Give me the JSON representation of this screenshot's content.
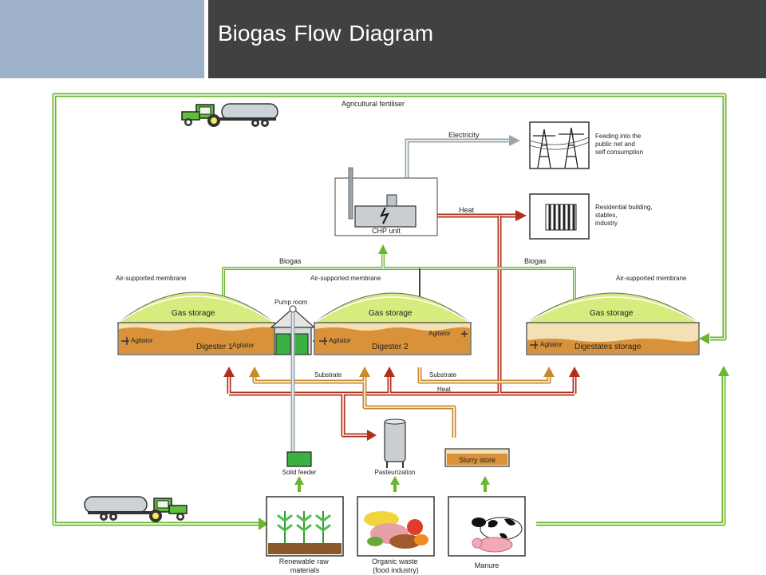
{
  "header": {
    "title": "Biogas Flow Diagram"
  },
  "diagram": {
    "agricultural_fertiliser": "Agricultural fertiliser",
    "electricity": "Electricity",
    "heat_to_buildings": "Heat",
    "chp_unit": "CHP unit",
    "feeding_into_grid": [
      "Feeding into the",
      "public net and",
      "self consumption"
    ],
    "residential": [
      "Residential building,",
      "stables,",
      "industry"
    ],
    "biogas_left": "Biogas",
    "biogas_right": "Biogas",
    "membrane_1": "Air-supported membrane",
    "membrane_2": "Air-supported membrane",
    "membrane_3": "Air-supported membrane",
    "pump_room": "Pump room",
    "gas_storage_1": "Gas storage",
    "gas_storage_2": "Gas storage",
    "gas_storage_3": "Gas storage",
    "agitator_1": "Agitator",
    "agitator_2": "Agitator",
    "agitator_3": "Agitator",
    "agitator_4": "Agitator",
    "agitator_5": "Agitator",
    "digester_1": "Digester 1",
    "digester_2": "Digester 2",
    "digestates_storage": "Digestates storage",
    "substrate_1": "Substrate",
    "substrate_2": "Substrate",
    "heat_pipe": "Heat",
    "solid_feeder": "Solid feeder",
    "pasteurization": "Pasteurization",
    "slurry_store": "Slurry store",
    "renewable_raw_materials": [
      "Renewable raw",
      "materials"
    ],
    "organic_waste": [
      "Organic waste",
      "(food industry)"
    ],
    "manure": "Manure"
  },
  "colors": {
    "header_left": "#9db2c9",
    "header_right": "#404143",
    "green_flow": "#6ab62e",
    "heat_flow": "#b0301c",
    "substrate_flow": "#c98a2a",
    "gas_storage": "#d6ec7e",
    "digestate": "#d9923a",
    "electric_flow": "#9aa6ad"
  }
}
